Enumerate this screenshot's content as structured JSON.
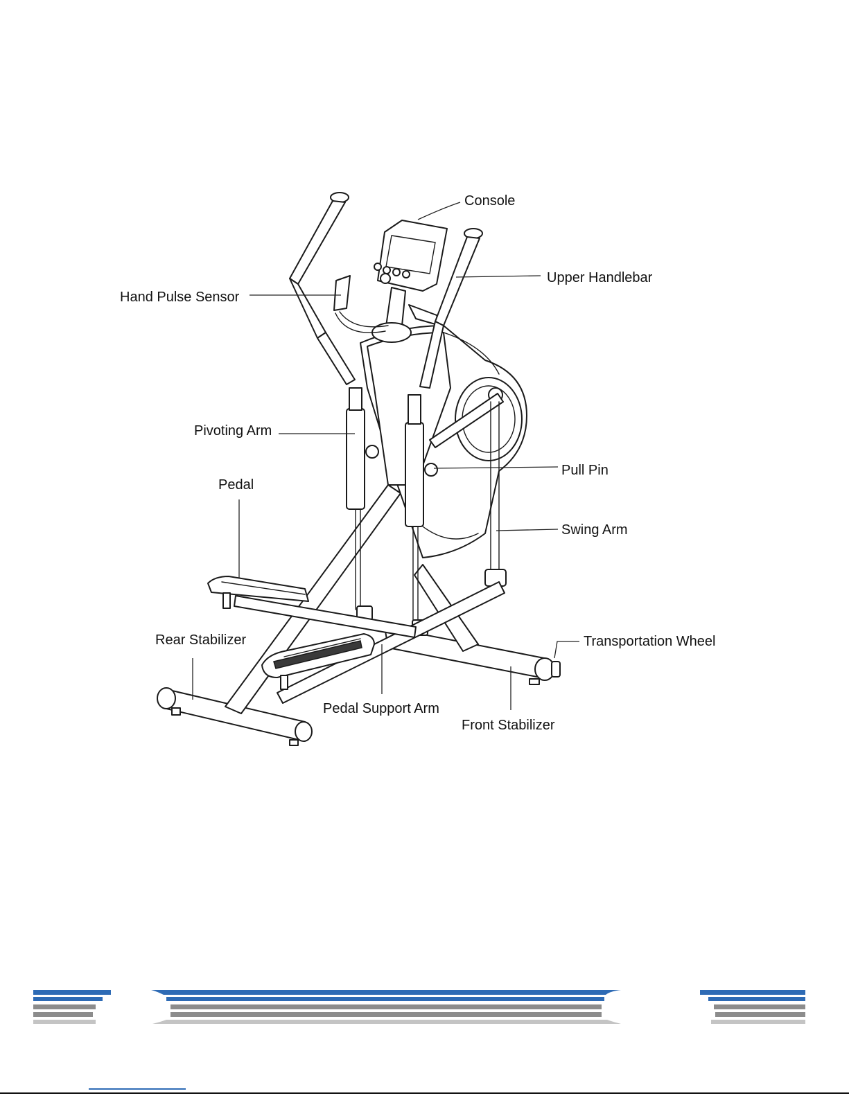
{
  "labels": {
    "console": "Console",
    "upper_handlebar": "Upper Handlebar",
    "hand_pulse_sensor": "Hand Pulse Sensor",
    "pivoting_arm": "Pivoting Arm",
    "pull_pin": "Pull Pin",
    "pedal": "Pedal",
    "swing_arm": "Swing Arm",
    "rear_stabilizer": "Rear Stabilizer",
    "transportation_wheel": "Transportation Wheel",
    "pedal_support_arm": "Pedal Support Arm",
    "front_stabilizer": "Front Stabilizer"
  },
  "colors": {
    "stripe_blue": "#2e6bb5",
    "stripe_gray": "#8c8c8c",
    "stripe_light": "#c4c4c4",
    "ink": "#1a1a1a"
  }
}
